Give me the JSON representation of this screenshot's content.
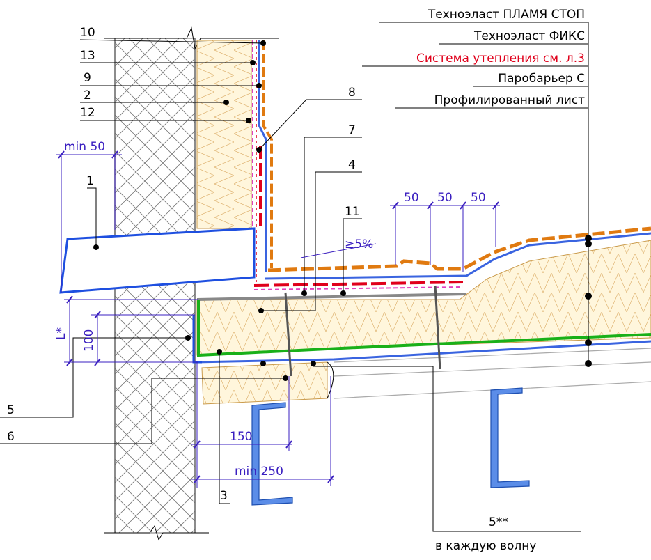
{
  "layers_legend": [
    {
      "text": "Техноэласт ПЛАМЯ СТОП",
      "color": "#000000"
    },
    {
      "text": "Техноэласт ФИКС",
      "color": "#000000"
    },
    {
      "text": "Система утепления см. л.3",
      "color": "#e0001b"
    },
    {
      "text": "Паробарьер С",
      "color": "#000000"
    },
    {
      "text": "Профилированный лист",
      "color": "#000000"
    }
  ],
  "callouts": {
    "c10": "10",
    "c13": "13",
    "c9": "9",
    "c2": "2",
    "c12": "12",
    "c8": "8",
    "c7": "7",
    "c4": "4",
    "c11": "11",
    "c1": "1",
    "c5": "5",
    "c6": "6",
    "c3": "3",
    "c5ss": "5**"
  },
  "note": "в каждую волну",
  "dimensions": {
    "min50": "min 50",
    "slope": "≥5%",
    "d50a": "50",
    "d50b": "50",
    "d50c": "50",
    "L": "L*",
    "d100": "100",
    "d150": "150",
    "min250": "min 250"
  },
  "colors": {
    "membrane_top": "#e07a10",
    "membrane_blue": "#3a64e0",
    "vapor_green": "#19b019",
    "red_strip": "#e0001b",
    "pink": "#e040c0",
    "insulation": "#fff6dc",
    "dim": "#3a1fc0"
  }
}
